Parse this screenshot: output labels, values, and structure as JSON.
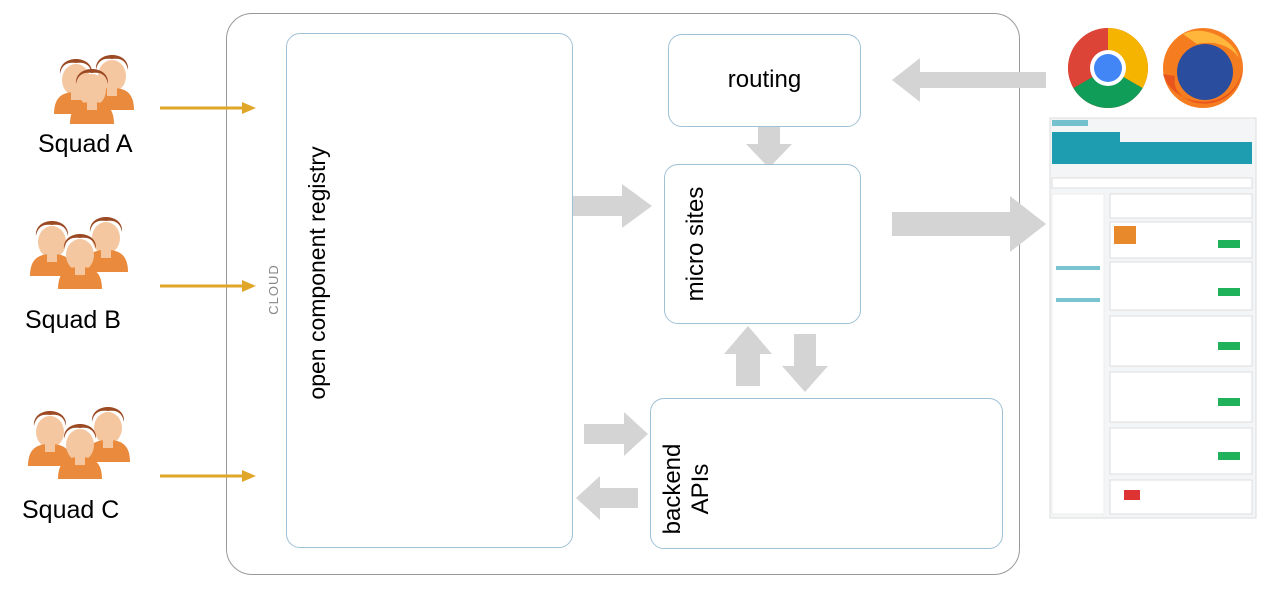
{
  "cloud": {
    "label": "CLOUD"
  },
  "squads": [
    {
      "label": "Squad A"
    },
    {
      "label": "Squad B"
    },
    {
      "label": "Squad C"
    }
  ],
  "registry": {
    "label": "open component registry"
  },
  "routing": {
    "label": "routing"
  },
  "micro_sites": {
    "label": "micro sites"
  },
  "backend": {
    "label_line1": "backend",
    "label_line2": "APIs"
  },
  "browsers": [
    {
      "icon": "chrome-icon"
    },
    {
      "icon": "firefox-icon"
    }
  ],
  "colors": {
    "squad_arrow": "#e0a628",
    "gray_arrow": "#d4d4d4",
    "box_border": "#9fc1d6",
    "site_teal": "#1f9db0"
  }
}
